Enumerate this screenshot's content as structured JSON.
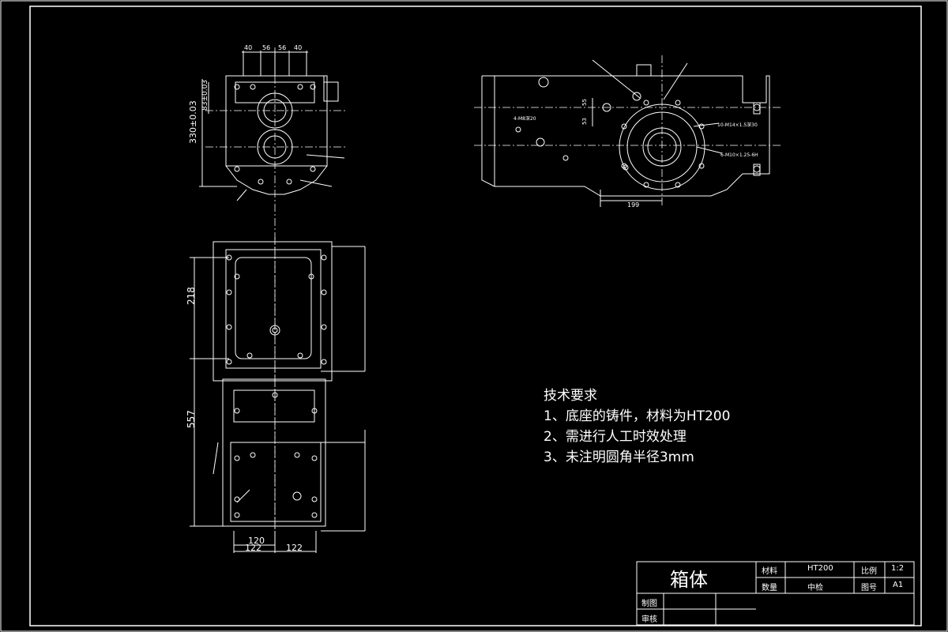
{
  "notes": {
    "title": "技术要求",
    "lines": [
      "1、底座的铸件，材料为HT200",
      "2、需进行人工时效处理",
      "3、未注明圆角半径3mm"
    ]
  },
  "title_block": {
    "part_name": "箱体",
    "material_label": "材料",
    "material_value": "HT200",
    "scale_label": "比例",
    "scale_value": "1:2",
    "qty_label": "数量",
    "qty_value": "中检",
    "sheet_label": "图号",
    "sheet_value": "A1",
    "drawn_label": "制图",
    "checked_label": "审核"
  },
  "dims": {
    "top_view_a": "40",
    "top_view_b": "56",
    "top_view_c": "56",
    "top_view_d": "40",
    "vert_330": "330±0.03",
    "vert_83": "83±0.03",
    "vert_218": "218",
    "vert_557": "557",
    "bottom_120": "120",
    "bottom_122a": "122",
    "bottom_122b": "122",
    "side_199": "199",
    "side_55": "55",
    "side_53": "53",
    "callout_1": "10-M14×1.5深30",
    "callout_2": "6-M10×1.25-6H",
    "callout_3": "4-M8深20"
  },
  "colors": {
    "background": "#000000",
    "line": "#ffffff"
  }
}
